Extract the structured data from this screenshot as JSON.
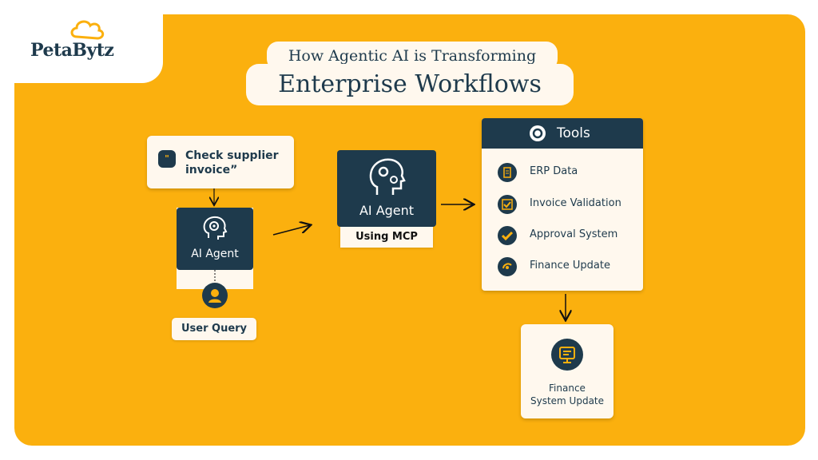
{
  "brand": {
    "name": "PetaBytz"
  },
  "header": {
    "title_line1": "How Agentic AI is Transforming",
    "title_line2": "Enterprise Workflows"
  },
  "query_bubble": {
    "icon": "quote-icon",
    "text": "Check supplier invoice”"
  },
  "agent_left": {
    "label": "AI Agent",
    "icon": "head-gear-icon"
  },
  "user": {
    "icon": "user-icon",
    "label": "User Query"
  },
  "agent_center": {
    "label": "AI Agent",
    "icon": "head-gear-icon",
    "badge": "Using MCP"
  },
  "tools": {
    "title": "Tools",
    "icon": "gear-icon",
    "items": [
      {
        "label": "ERP Data",
        "icon": "document-icon"
      },
      {
        "label": "Invoice Validation",
        "icon": "checkbox-icon"
      },
      {
        "label": "Approval System",
        "icon": "checkmark-icon"
      },
      {
        "label": "Finance Update",
        "icon": "refresh-icon"
      }
    ]
  },
  "finance": {
    "icon": "monitor-icon",
    "line1": "Finance",
    "line2": "System Update"
  },
  "colors": {
    "accent": "#fbb00e",
    "navy": "#1e3a4c",
    "card": "#fff8ee"
  }
}
